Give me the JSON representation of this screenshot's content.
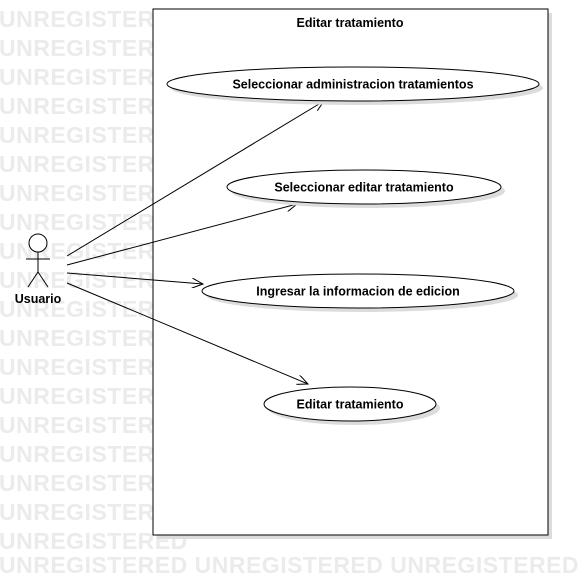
{
  "watermark": {
    "text": "UNREGISTERED",
    "footer": "UNREGISTERED UNREGISTERED UNREGISTERED"
  },
  "diagram": {
    "system": {
      "label": "Editar tratamiento"
    },
    "actor": {
      "label": "Usuario"
    },
    "use_cases": [
      {
        "label": "Seleccionar administracion tratamientos"
      },
      {
        "label": "Seleccionar editar tratamiento"
      },
      {
        "label": "Ingresar la informacion de edicion"
      },
      {
        "label": "Editar tratamiento"
      }
    ]
  },
  "colors": {
    "stroke": "#000000",
    "watermark": "#ebebeb",
    "shadow": "#dcdcdc",
    "fill": "#ffffff"
  }
}
